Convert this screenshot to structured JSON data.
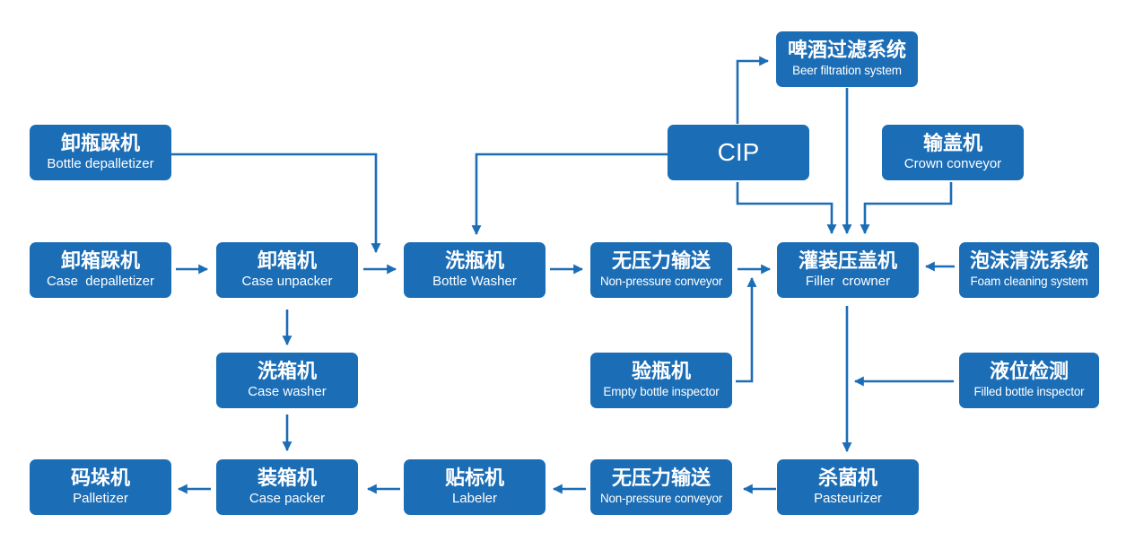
{
  "colors": {
    "node": "#1b6db6",
    "arrow": "#1b6db6",
    "text": "#ffffff"
  },
  "nodes": {
    "bottle_depalletizer": {
      "zh": "卸瓶跺机",
      "en": "Bottle depalletizer"
    },
    "case_depalletizer": {
      "zh": "卸箱跺机",
      "en": "Case  depalletizer"
    },
    "case_unpacker": {
      "zh": "卸箱机",
      "en": "Case unpacker"
    },
    "case_washer": {
      "zh": "洗箱机",
      "en": "Case washer"
    },
    "case_packer": {
      "zh": "装箱机",
      "en": "Case packer"
    },
    "palletizer": {
      "zh": "码垛机",
      "en": "Palletizer"
    },
    "bottle_washer": {
      "zh": "洗瓶机",
      "en": "Bottle Washer"
    },
    "labeler": {
      "zh": "贴标机",
      "en": "Labeler"
    },
    "conveyor_top": {
      "zh": "无压力输送",
      "en": "Non-pressure conveyor"
    },
    "conveyor_bottom": {
      "zh": "无压力输送",
      "en": "Non-pressure conveyor"
    },
    "empty_bottle_inspector": {
      "zh": "验瓶机",
      "en": "Empty bottle inspector"
    },
    "cip": {
      "label": "CIP"
    },
    "beer_filtration": {
      "zh": "啤酒过滤系统",
      "en": "Beer filtration system"
    },
    "crown_conveyor": {
      "zh": "输盖机",
      "en": "Crown conveyor"
    },
    "filler_crowner": {
      "zh": "灌装压盖机",
      "en": "Filler  crowner"
    },
    "foam_cleaning": {
      "zh": "泡沫清洗系统",
      "en": "Foam cleaning system"
    },
    "filled_bottle_inspector": {
      "zh": "液位检测",
      "en": "Filled bottle inspector"
    },
    "pasteurizer": {
      "zh": "杀菌机",
      "en": "Pasteurizer"
    }
  }
}
